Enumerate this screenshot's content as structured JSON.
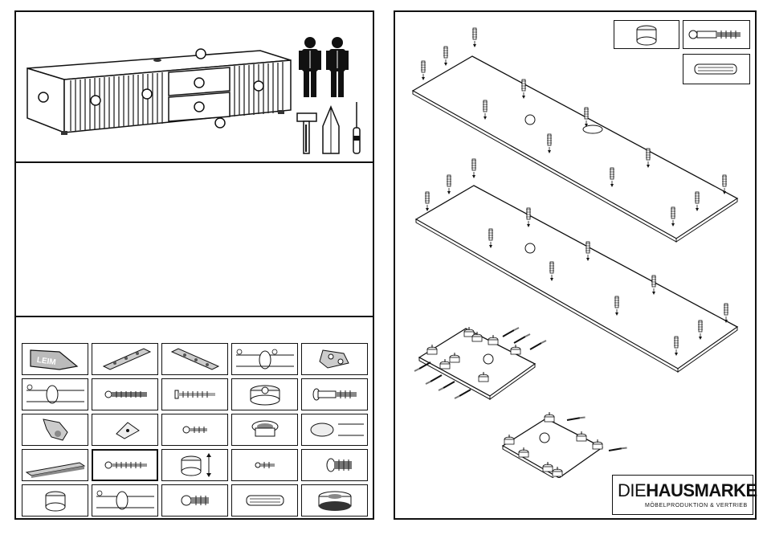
{
  "brand": {
    "name_light": "DIE",
    "name_bold": "HAUSMARKE",
    "tagline": "MÖBELPRODUKTION & VERTRIEB"
  },
  "glue_label": "LEIM",
  "parts_legend": [
    "glue",
    "drawer-rail-left",
    "drawer-rail-right",
    "dowel-caps",
    "hinge-plate",
    "cap",
    "long-screw",
    "screw",
    "cam-housing",
    "cam-bolt",
    "hinge",
    "wedge",
    "small-screw",
    "cable-grommet",
    "round-cap",
    "handle-profile",
    "long-screw-2",
    "cam-lock",
    "short-screw",
    "bolt-connector",
    "cam-housing-2",
    "cover-cap",
    "screw-bolt",
    "wood-dowel",
    "felt-pad"
  ],
  "tools": [
    "person-icon",
    "person-icon",
    "hammer-icon",
    "pencil-icon",
    "screwdriver-icon"
  ]
}
